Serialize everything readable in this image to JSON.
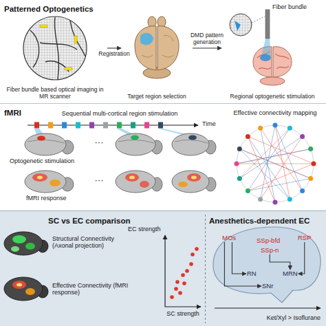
{
  "diagram": {
    "nodes": [
      {
        "text": [
          "Patterned Optogenetics"
        ]
      },
      {
        "text": [
          "Fiber bundle based optical imaging in MR scanner"
        ],
        "in": 0
      },
      {
        "text": [
          "Target region selection"
        ],
        "in": 0
      },
      {
        "text": [
          "Regional optogenetic stimulation"
        ],
        "in": 0
      },
      {
        "text": [
          "fMRI"
        ]
      },
      {
        "text": [
          "SC vs EC comparison"
        ]
      },
      {
        "text": [
          "Anesthetics-dependent EC"
        ]
      },
      {
        "text": [
          "MOs"
        ],
        "in": 6
      },
      {
        "text": [
          "RSP"
        ],
        "in": 6
      },
      {
        "text": [
          "SSp-bfd"
        ],
        "in": 6
      },
      {
        "text": [
          "SSp-n"
        ],
        "in": 6
      },
      {
        "text": [
          "RN"
        ],
        "in": 6
      },
      {
        "text": [
          "MRN"
        ],
        "in": 6
      },
      {
        "text": [
          "SNr"
        ],
        "in": 6
      }
    ],
    "edges": [
      {
        "from": 1,
        "to": 2,
        "arrow": "to",
        "label": "Registration"
      },
      {
        "from": 2,
        "to": 3,
        "arrow": "to",
        "label": "DMD pattern generation"
      },
      {
        "from": 7,
        "to": 11,
        "arrow": "to"
      },
      {
        "from": 7,
        "to": 13,
        "arrow": "to"
      },
      {
        "from": 10,
        "to": 12,
        "arrow": "to"
      },
      {
        "from": 8,
        "to": 12,
        "arrow": "to"
      }
    ],
    "labels": [
      "Fiber bundle",
      "Sequential multi-cortical region stimulation",
      "Time",
      "Optogenetic stimulation",
      "fMRI response",
      "···",
      "···",
      "Effective connectivity mapping",
      "Structural Connectivity (Axonal projection)",
      "Effective Connectivity (fMRI response)",
      "EC strength",
      "SC strength",
      "Ket/Xyl > Isoflurane"
    ]
  }
}
